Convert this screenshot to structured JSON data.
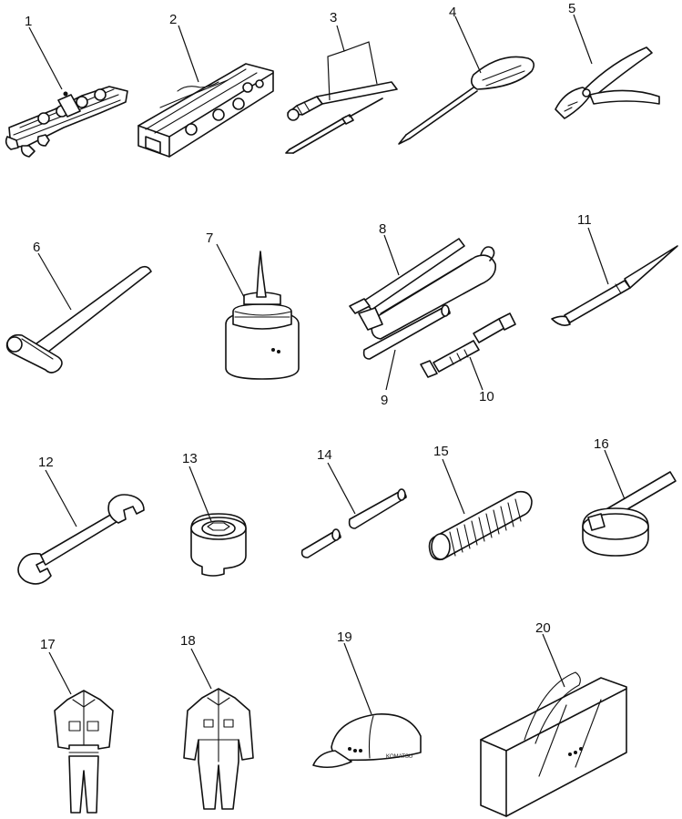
{
  "callouts": [
    "1",
    "2",
    "3",
    "4",
    "5",
    "6",
    "7",
    "8",
    "9",
    "10",
    "11",
    "12",
    "13",
    "14",
    "15",
    "16",
    "17",
    "18",
    "19",
    "20"
  ],
  "cap_brand_text": "KOMATSU"
}
